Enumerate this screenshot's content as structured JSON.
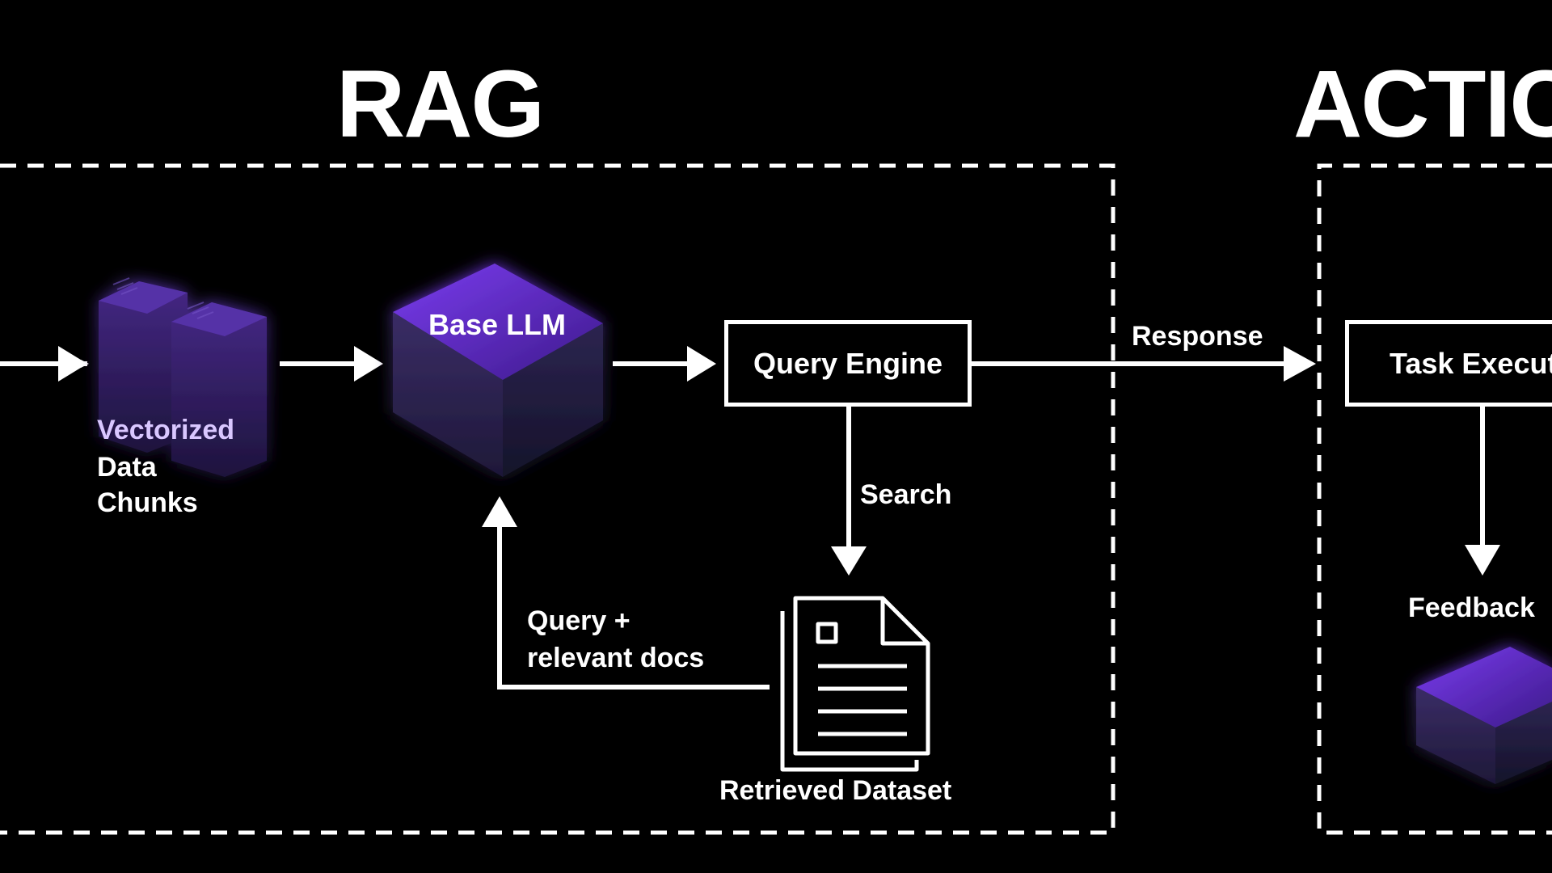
{
  "sections": {
    "rag_title": "RAG",
    "action_title": "ACTIC"
  },
  "nodes": {
    "vectorized_label_line1": "Vectorized",
    "vectorized_label_line2": "Data",
    "vectorized_label_line3": "Chunks",
    "base_llm_label": "Base LLM",
    "query_engine_label": "Query Engine",
    "retrieved_dataset_label": "Retrieved Dataset",
    "task_execution_label": "Task Executi",
    "feedback_label": "Feedback"
  },
  "edges": {
    "response_label": "Response",
    "search_label": "Search",
    "query_docs_line1": "Query +",
    "query_docs_line2": "relevant docs"
  },
  "colors": {
    "background": "#000000",
    "foreground": "#ffffff",
    "accent_purple": "#6a2fd8",
    "cube_dark": "#2a2445"
  }
}
